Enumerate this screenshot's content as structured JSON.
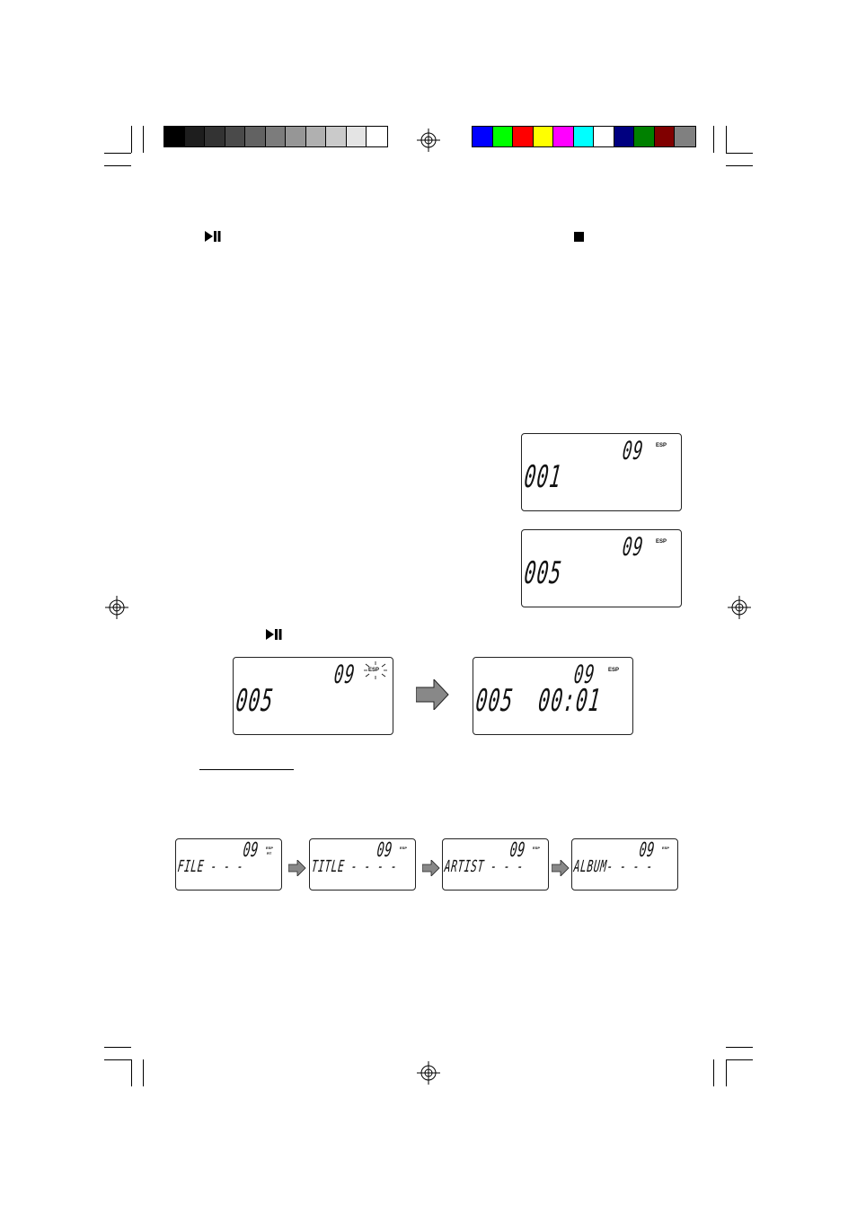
{
  "colors": {
    "gray_bar": [
      "#000000",
      "#1e1e1e",
      "#333333",
      "#4a4a4a",
      "#626262",
      "#7c7c7c",
      "#969696",
      "#b0b0b0",
      "#cacaca",
      "#e4e4e4",
      "#ffffff"
    ],
    "color_bar": [
      "#0000ff",
      "#00ff00",
      "#ff0000",
      "#ffff00",
      "#ff00ff",
      "#00ffff",
      "#ffffff",
      "#000080",
      "#008000",
      "#800000",
      "#808080"
    ],
    "arrow_fill": "#888888"
  },
  "icons": {
    "play_pause_top": "play-pause-icon",
    "stop_top": "stop-icon",
    "play_pause_mid": "play-pause-icon"
  },
  "lcd_panels": {
    "panel_1": {
      "track": "09",
      "esp": "ESP",
      "main": "001"
    },
    "panel_2": {
      "track": "09",
      "esp": "ESP",
      "main": "005"
    },
    "panel_3": {
      "track": "09",
      "esp": "ESP",
      "main": "005"
    },
    "panel_4": {
      "track": "09",
      "esp": "ESP",
      "main": "005  00:01"
    }
  },
  "info_panels": [
    {
      "track": "09",
      "esp": "ESP",
      "esp2": "RT",
      "main": "FILE - - -"
    },
    {
      "track": "09",
      "esp": "ESP",
      "main": "TITLE - - - -"
    },
    {
      "track": "09",
      "esp": "ESP",
      "main": "ARTIST - - -"
    },
    {
      "track": "09",
      "esp": "ESP",
      "main": "ALBUM- - - -"
    }
  ]
}
